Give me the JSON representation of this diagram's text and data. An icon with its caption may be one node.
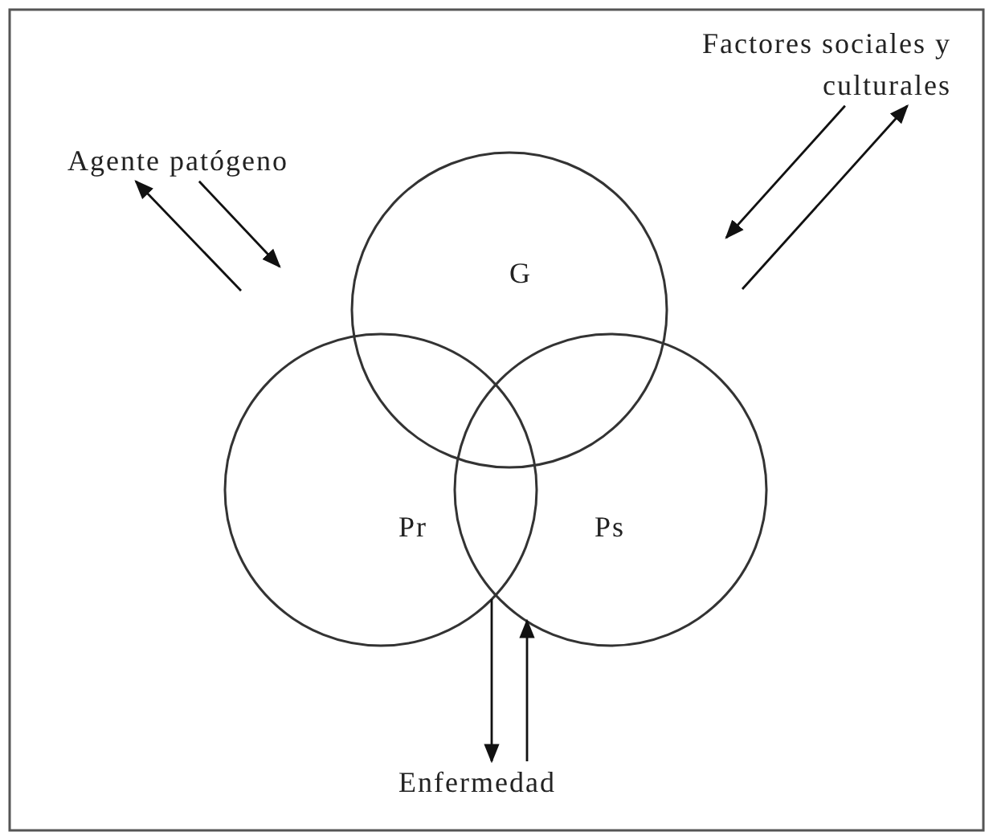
{
  "diagram": {
    "nodes": [
      {
        "text": [
          "Agente patógeno"
        ]
      },
      {
        "text": [
          "Factores sociales y culturales"
        ]
      },
      {
        "text": [
          "G"
        ]
      },
      {
        "text": [
          "Pr"
        ]
      },
      {
        "text": [
          "Ps"
        ]
      },
      {
        "text": [
          "Enfermedad"
        ]
      }
    ],
    "edges": [
      {
        "from": null,
        "to": 0,
        "arrow": "to"
      },
      {
        "from": 0,
        "to": null,
        "arrow": "to"
      },
      {
        "from": 1,
        "to": null,
        "arrow": "to"
      },
      {
        "from": null,
        "to": 1,
        "arrow": "to"
      },
      {
        "from": 3,
        "to": 5,
        "arrow": "to"
      },
      {
        "from": 5,
        "to": 4,
        "arrow": "to"
      }
    ]
  }
}
